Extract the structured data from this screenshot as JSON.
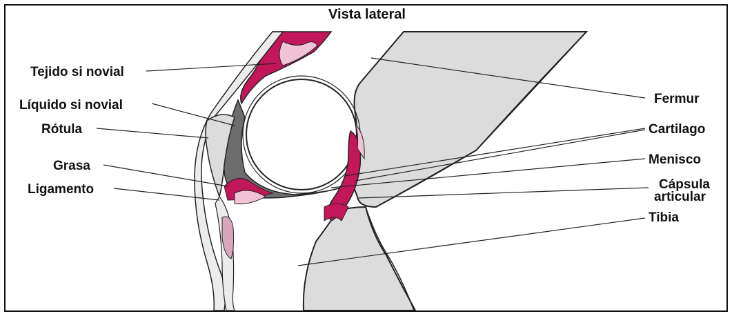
{
  "title": "Vista lateral",
  "labels": {
    "tejido_sinovial": "Tejido si novial",
    "liquido_sinovial": "Líquido si novial",
    "rotula": "Rótula",
    "grasa": "Grasa",
    "ligamento": "Ligamento",
    "fermur": "Fermur",
    "cartilago": "Cartilago",
    "menisco": "Menisco",
    "capsula_line1": "Cápsula",
    "capsula_line2": "articular",
    "tibia": "Tibia"
  },
  "colors": {
    "bone_fill": "#dcdcdc",
    "synovial_pink": "#c2185b",
    "light_pink": "#f2c2d6",
    "fluid_gray": "#6d6d6d",
    "outline": "#222222"
  }
}
